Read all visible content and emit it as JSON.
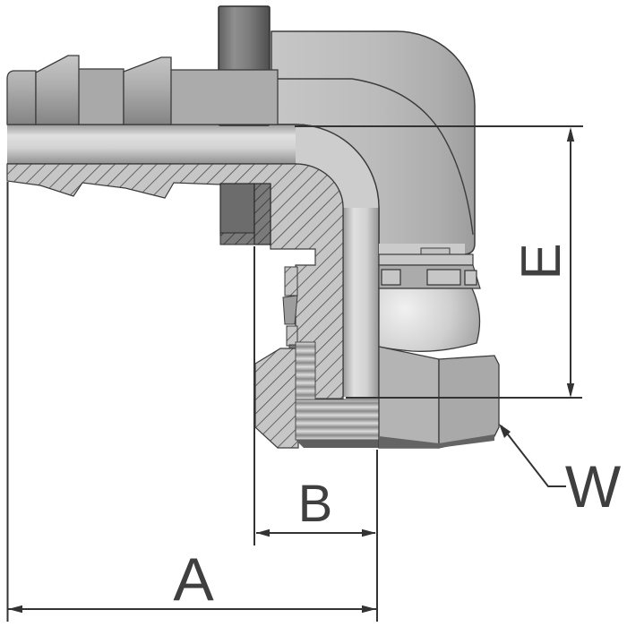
{
  "figure": {
    "type": "technical-drawing-cross-section",
    "subject": "90-degree elbow hose-barb fitting with swivel female nut, sectioned view with dimensions",
    "labels": {
      "a": "A",
      "b": "B",
      "e": "E",
      "w": "W"
    },
    "colors": {
      "background": "#ffffff",
      "outline": "#3c3c3c",
      "dimension_lines": "#333333",
      "dimension_text": "#3f3f3f",
      "body_gray": "#b8b8b8",
      "bore_highlight": "#dedede",
      "collar_dark": "#6c6c6c",
      "hatch_fill": "#c6c6c6",
      "hatch_line": "#4a4a4a",
      "thread_dark": "#8e8e8e",
      "thread_light": "#d8d8d8",
      "nut_shadow": "#5e5e5e"
    }
  }
}
